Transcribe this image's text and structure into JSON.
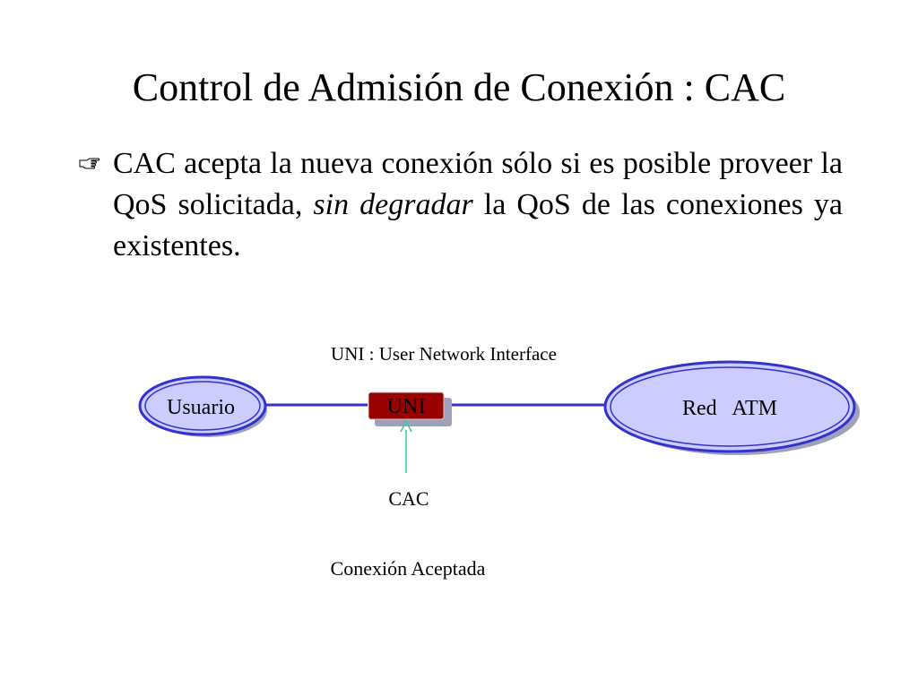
{
  "title": "Control de Admisión de Conexión : CAC",
  "bullet": {
    "icon": "pointing-hand-icon",
    "text_before": "CAC acepta la nueva conexión sólo si es posible proveer la QoS solicitada, ",
    "text_emphasis": "sin degradar",
    "text_after": " la QoS de las conexiones ya existentes."
  },
  "diagram": {
    "uni_caption": "UNI : User Network Interface",
    "user_label": "Usuario",
    "uni_label": "UNI",
    "network_label": "Red   ATM",
    "cac_label": "CAC",
    "status_label": "Conexión Aceptada",
    "colors": {
      "ellipse_fill": "#ccccff",
      "ellipse_stroke": "#3333cc",
      "line": "#3333cc",
      "uni_fill": "#990000",
      "uni_shadow": "#a0a0b8",
      "arrow": "#33cc99"
    }
  }
}
